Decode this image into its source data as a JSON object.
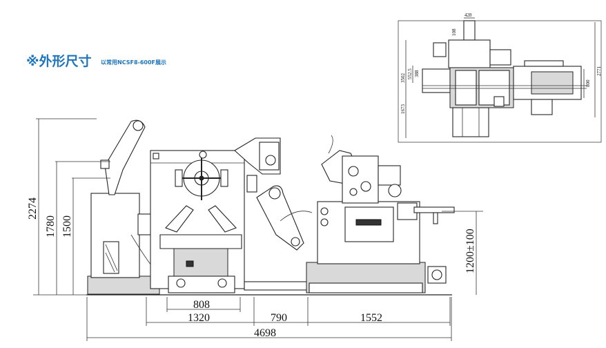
{
  "header": {
    "title": "※外形尺寸",
    "subtitle": "以常用NCSF8-600F展示"
  },
  "dimensions": {
    "height_overall": "2274",
    "height_stand": "1780",
    "height_reel": "1500",
    "height_feed_line": "1200±100",
    "width_base": "808",
    "width_reel_section": "1320",
    "width_gap": "790",
    "width_feeder": "1552",
    "width_total": "4698"
  },
  "top_view_dimensions": {
    "top_width": "428",
    "top_depth": "108",
    "overall_depth": "3502",
    "depth_a": "552.5",
    "depth_b": "388",
    "depth_c": "1673",
    "overall_right": "2771",
    "right_inner": "800"
  }
}
